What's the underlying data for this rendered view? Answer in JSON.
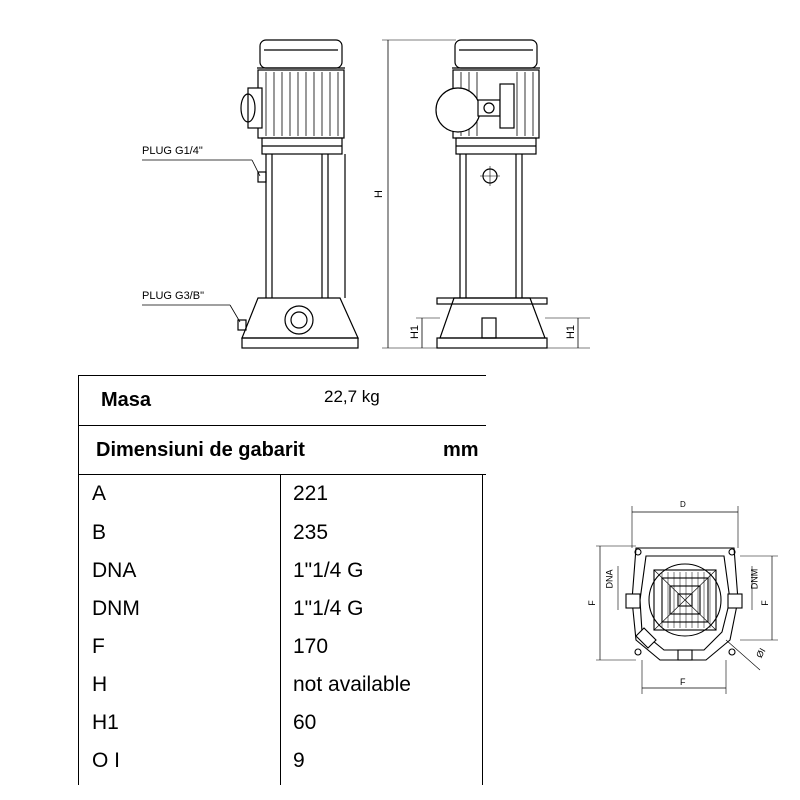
{
  "drawing_labels": {
    "plug_top": "PLUG G1/4\"",
    "plug_bottom": "PLUG G3/B\"",
    "h": "H",
    "h1_left": "H1",
    "h1_right": "H1",
    "plan_d": "D",
    "plan_dna": "DNA",
    "plan_dnm": "DNM",
    "plan_f_left": "F",
    "plan_f_right": "F",
    "plan_f_bottom": "F",
    "plan_oi": "ØI"
  },
  "spec": {
    "mass_label": "Masa",
    "mass_value": "22,7 kg",
    "dims_label": "Dimensiuni de gabarit",
    "dims_unit": "mm",
    "rows": [
      {
        "key": "A",
        "value": "221"
      },
      {
        "key": "B",
        "value": "235"
      },
      {
        "key": "DNA",
        "value": "1\"1/4 G"
      },
      {
        "key": "DNM",
        "value": "1\"1/4 G"
      },
      {
        "key": "F",
        "value": "170"
      },
      {
        "key": "H",
        "value": "not available"
      },
      {
        "key": "H1",
        "value": "60"
      },
      {
        "key": "O I",
        "value": "9"
      }
    ]
  }
}
